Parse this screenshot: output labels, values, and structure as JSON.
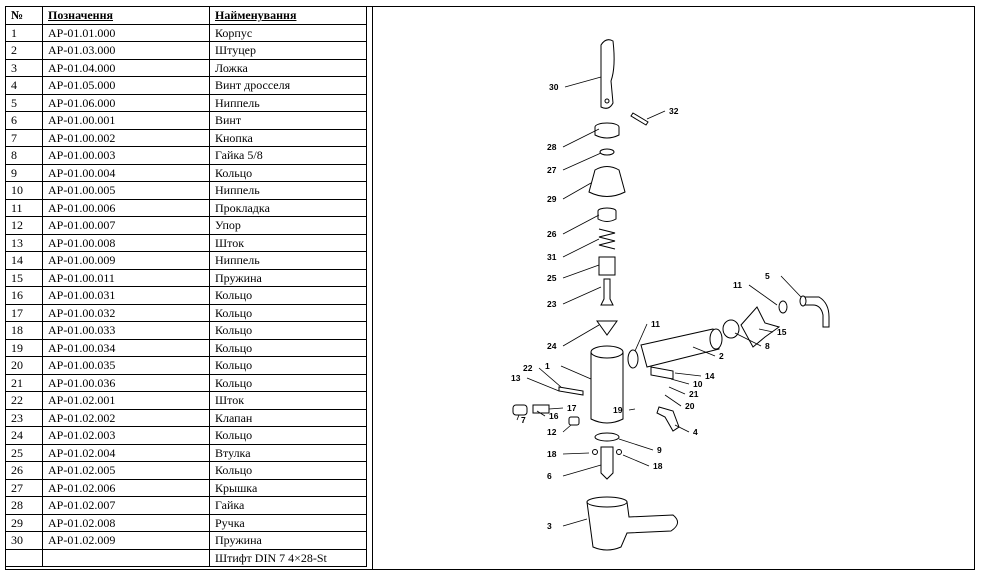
{
  "table": {
    "headers": [
      "№",
      "Позначення",
      "Найменування"
    ],
    "rows": [
      [
        "1",
        "АР-01.01.000",
        "Корпус"
      ],
      [
        "2",
        "АР-01.03.000",
        "Штуцер"
      ],
      [
        "3",
        "АР-01.04.000",
        "Ложка"
      ],
      [
        "4",
        "АР-01.05.000",
        "Винт дросселя"
      ],
      [
        "5",
        "АР-01.06.000",
        "Ниппель"
      ],
      [
        "6",
        "АР-01.00.001",
        "Винт"
      ],
      [
        "7",
        "АР-01.00.002",
        "Кнопка"
      ],
      [
        "8",
        "АР-01.00.003",
        "Гайка 5/8"
      ],
      [
        "9",
        "АР-01.00.004",
        "Кольцо"
      ],
      [
        "10",
        "АР-01.00.005",
        "Ниппель"
      ],
      [
        "11",
        "АР-01.00.006",
        "Прокладка"
      ],
      [
        "12",
        "АР-01.00.007",
        "Упор"
      ],
      [
        "13",
        "АР-01.00.008",
        "Шток"
      ],
      [
        "14",
        "АР-01.00.009",
        "Ниппель"
      ],
      [
        "15",
        "АР-01.00.011",
        "Пружина"
      ],
      [
        "16",
        "АР-01.00.031",
        "Кольцо"
      ],
      [
        "17",
        "АР-01.00.032",
        "Кольцо"
      ],
      [
        "18",
        "АР-01.00.033",
        "Кольцо"
      ],
      [
        "19",
        "АР-01.00.034",
        "Кольцо"
      ],
      [
        "20",
        "АР-01.00.035",
        "Кольцо"
      ],
      [
        "21",
        "АР-01.00.036",
        "Кольцо"
      ],
      [
        "22",
        "АР-01.02.001",
        "Шток"
      ],
      [
        "23",
        "АР-01.02.002",
        "Клапан"
      ],
      [
        "24",
        "АР-01.02.003",
        "Кольцо"
      ],
      [
        "25",
        "АР-01.02.004",
        "Втулка"
      ],
      [
        "26",
        "АР-01.02.005",
        "Кольцо"
      ],
      [
        "27",
        "АР-01.02.006",
        "Крышка"
      ],
      [
        "28",
        "АР-01.02.007",
        "Гайка"
      ],
      [
        "29",
        "АР-01.02.008",
        "Ручка"
      ],
      [
        "30",
        "АР-01.02.009",
        "Пружина"
      ],
      [
        "",
        "",
        "Штифт DIN 7 4×28-St"
      ]
    ]
  },
  "diagram": {
    "callouts": [
      "30",
      "32",
      "28",
      "27",
      "29",
      "26",
      "31",
      "25",
      "23",
      "24",
      "11",
      "5",
      "11",
      "15",
      "8",
      "2",
      "1",
      "22",
      "13",
      "14",
      "10",
      "21",
      "20",
      "17",
      "16",
      "7",
      "19",
      "4",
      "12",
      "9",
      "18",
      "18",
      "6",
      "3"
    ]
  }
}
